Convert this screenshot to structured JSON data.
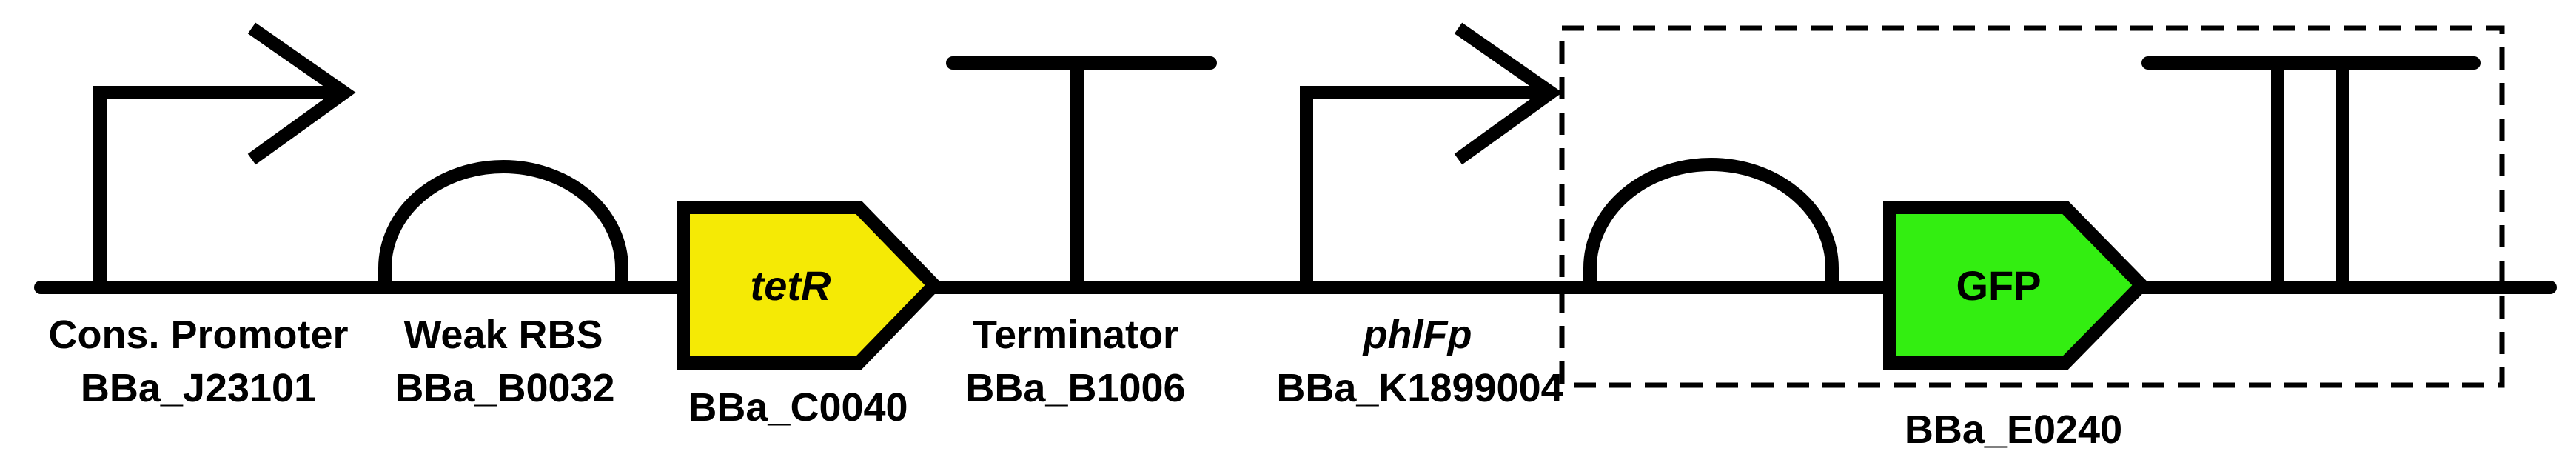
{
  "parts": {
    "promoter1": {
      "name": "Cons. Promoter",
      "id": "BBa_J23101"
    },
    "rbs1": {
      "name": "Weak RBS",
      "id": "BBa_B0032"
    },
    "cds1": {
      "name": "tetR",
      "id": "BBa_C0040",
      "color": "#f5ea05"
    },
    "terminator1": {
      "name": "Terminator",
      "id": "BBa_B1006"
    },
    "promoter2": {
      "name": "phlFp",
      "id": "BBa_K1899004"
    },
    "device": {
      "id": "BBa_E0240"
    },
    "cds2": {
      "name": "GFP",
      "color": "#33ee11"
    }
  }
}
